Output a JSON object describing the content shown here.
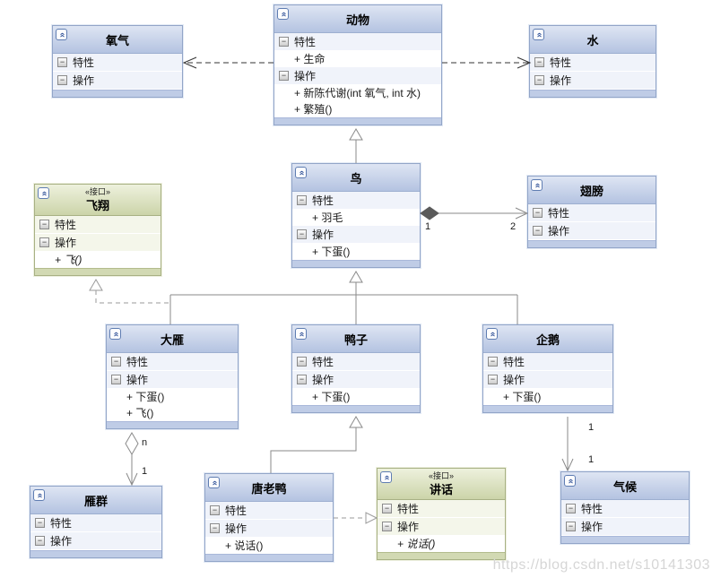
{
  "shared": {
    "attrs_label": "特性",
    "ops_label": "操作",
    "stereotype_interface": "«接口»",
    "collapse_glyph": "«",
    "minus_glyph": "−"
  },
  "classes": {
    "oxygen": {
      "name": "氧气"
    },
    "animal": {
      "name": "动物",
      "attrs": [
        "+ 生命"
      ],
      "ops": [
        "+ 新陈代谢(int 氧气, int 水)",
        "+ 繁殖()"
      ]
    },
    "water": {
      "name": "水"
    },
    "fly_interface": {
      "name": "飞翔",
      "ops": [
        "+ 飞()"
      ]
    },
    "bird": {
      "name": "鸟",
      "attrs": [
        "+ 羽毛"
      ],
      "ops": [
        "+ 下蛋()"
      ]
    },
    "wings": {
      "name": "翅膀"
    },
    "wild_goose": {
      "name": "大雁",
      "ops": [
        "+ 下蛋()",
        "+ 飞()"
      ]
    },
    "duck": {
      "name": "鸭子",
      "ops": [
        "+ 下蛋()"
      ]
    },
    "penguin": {
      "name": "企鹅",
      "ops": [
        "+ 下蛋()"
      ]
    },
    "goose_flock": {
      "name": "雁群"
    },
    "donald_duck": {
      "name": "唐老鸭",
      "ops": [
        "+ 说话()"
      ]
    },
    "speak_interface": {
      "name": "讲话",
      "ops": [
        "+ 说话()"
      ]
    },
    "climate": {
      "name": "气候"
    }
  },
  "multiplicities": {
    "bird_side": "1",
    "wings_side": "2",
    "goose_side": "n",
    "flock_side": "1",
    "penguin_side": "1",
    "climate_side": "1"
  },
  "watermark": "https://blog.csdn.net/s10141303",
  "colors": {
    "class_header": "#b4c3e1",
    "class_border": "#92a5c8",
    "interface_header": "#ccd4a9",
    "interface_border": "#a8b184",
    "solid_line": "#8a8a8a",
    "dependency_line": "#333333",
    "composition_fill": "#5a5a5a"
  }
}
